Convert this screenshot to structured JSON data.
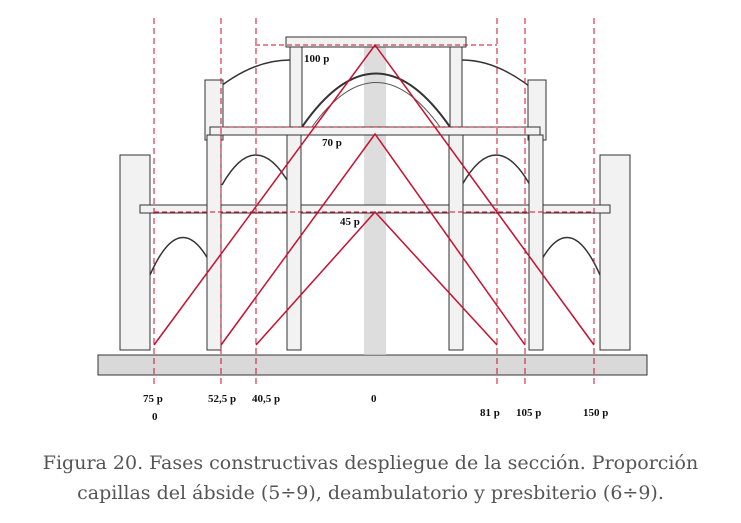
{
  "colors": {
    "redline": "#c8102e",
    "stone": "#f2f2f2",
    "ink": "#333333",
    "ground": "#d9d9d9",
    "axis": "#cfcfcf"
  },
  "diagram": {
    "ratio_labels": {
      "top": "100 p",
      "middle": "70 p",
      "lower": "45 p"
    },
    "bottom_labels": {
      "l75": "75 p",
      "l75_sub": "0",
      "l52": "52,5 p",
      "l40": "40,5 p",
      "center": "0",
      "r81": "81 p",
      "r105": "105 p",
      "r150": "150 p"
    }
  },
  "caption": {
    "line1": "Figura 20. Fases constructivas despliegue de la sección. Proporción",
    "line2": "capillas del ábside (5÷9), deambulatorio y presbiterio (6÷9)."
  }
}
